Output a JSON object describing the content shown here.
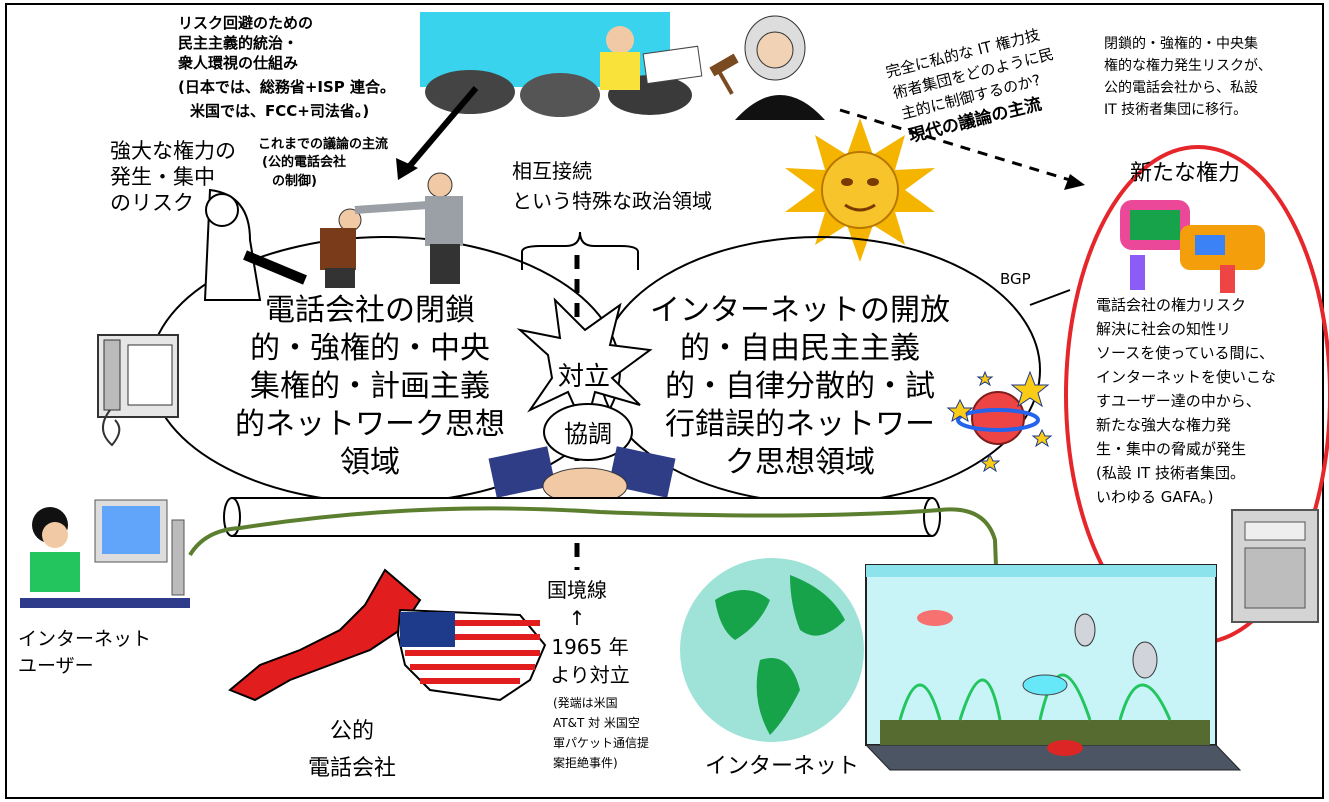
{
  "top_left_note": {
    "line1": "リスク回避のための",
    "line2": "民主主義的統治・",
    "line3": "衆人環視の仕組み",
    "line4": "(日本では、総務省+ISP 連合。",
    "line5": "米国では、FCC+司法省。)"
  },
  "strong_power_risk": {
    "line1": "強大な権力の",
    "line2": "発生・集中",
    "line3": "のリスク"
  },
  "main_discussion_old": {
    "line1": "これまでの議論の主流",
    "line2": "(公的電話会社",
    "line3": "の制御)"
  },
  "interconnection": {
    "line1": "相互接続",
    "line2": "という特殊な政治領域"
  },
  "center_question": {
    "line1": "完全に私的な IT 権力技",
    "line2": "術者集団をどのように民",
    "line3": "主的に制御するのか?",
    "line4": "現代の議論の主流"
  },
  "top_right_note": {
    "line1": "閉鎖的・強権的・中央集",
    "line2": "権的な権力発生リスクが、",
    "line3": "公的電話会社から、私設",
    "line4": "IT 技術者集団に移行。"
  },
  "new_power": {
    "title": "新たな権力",
    "line1": "電話会社の権力リスク",
    "line2": "解決に社会の知性リ",
    "line3": "ソースを使っている間に、",
    "line4": "インターネットを使いこな",
    "line5": "すユーザー達の中から、",
    "line6": "新たな強大な権力発",
    "line7": "生・集中の脅威が発生",
    "line8": "(私設 IT 技術者集団。",
    "line9": "いわゆる GAFA。)"
  },
  "bgp_label": "BGP",
  "telco_domain": {
    "line1": "電話会社の閉鎖",
    "line2": "的・強権的・中央",
    "line3": "集権的・計画主義",
    "line4": "的ネットワーク思想",
    "line5": "領域"
  },
  "internet_domain": {
    "line1": "インターネットの開放",
    "line2": "的・自由民主主義",
    "line3": "的・自律分散的・試",
    "line4": "行錯誤的ネットワー",
    "line5": "ク思想領域"
  },
  "conflict_label": "対立",
  "cooperation_label": "協調",
  "border": {
    "line1": "国境線",
    "arrow": "↑",
    "line2": "1965 年",
    "line3": "より対立"
  },
  "border_note": {
    "line1": "(発端は米国",
    "line2": "AT&T 対 米国空",
    "line3": "軍パケット通信提",
    "line4": "案拒絶事件)"
  },
  "internet_user": {
    "line1": "インターネット",
    "line2": "ユーザー"
  },
  "public_telco": {
    "line1": "公的",
    "line2": "電話会社"
  },
  "internet_label": "インターネット",
  "colors": {
    "red_ellipse": "#e5262b",
    "pipe_line": "#5b7e2f",
    "sun": "#f4b400",
    "globe_land": "#16a34a",
    "globe_sea": "#9fe3d8",
    "japan": "#e11d1d"
  }
}
